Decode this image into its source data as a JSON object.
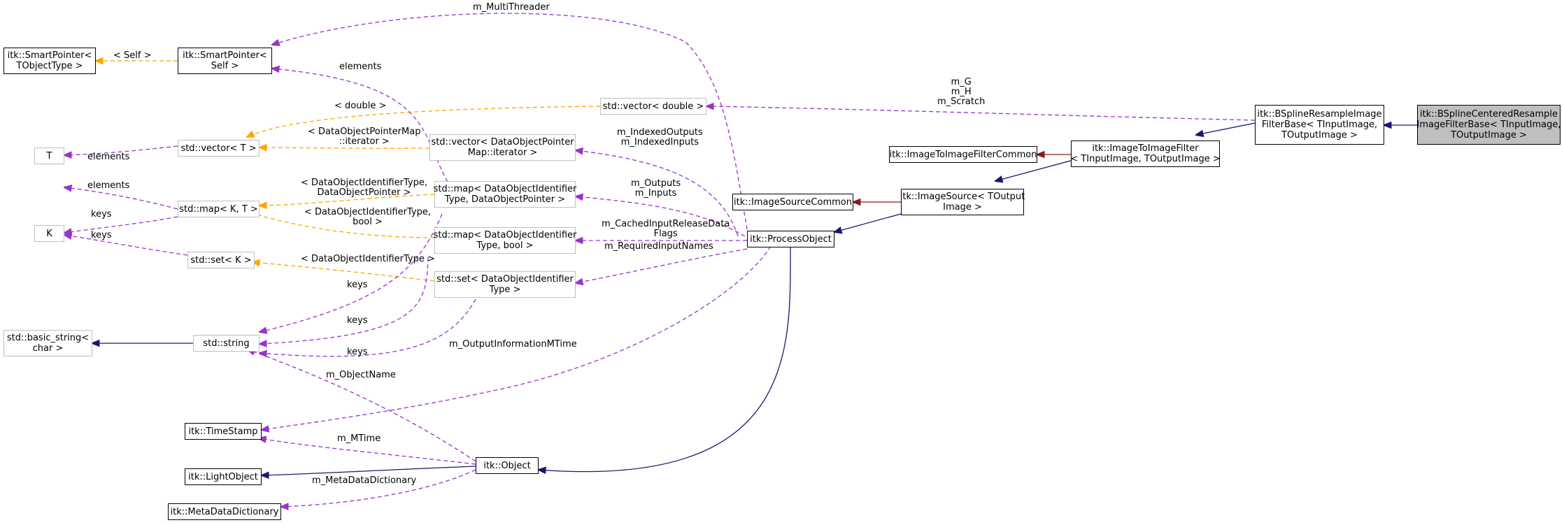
{
  "nodes": {
    "smartpointer_tobject": "itk::SmartPointer<\nTObjectType >",
    "smartpointer_self": "itk::SmartPointer<\nSelf >",
    "vector_t": "std::vector< T >",
    "t": "T",
    "k": "K",
    "map_kt": "std::map< K, T >",
    "set_k": "std::set< K >",
    "basic_string": "std::basic_string<\nchar >",
    "string": "std::string",
    "vector_double": "std::vector< double >",
    "vector_dop_iter": "std::vector< DataObjectPointer\nMap::iterator >",
    "map_doi_dop": "std::map< DataObjectIdentifier\nType, DataObjectPointer >",
    "map_doi_bool": "std::map< DataObjectIdentifier\nType, bool >",
    "set_doi": "std::set< DataObjectIdentifier\nType >",
    "timestamp": "itk::TimeStamp",
    "lightobject": "itk::LightObject",
    "metadatadictionary": "itk::MetaDataDictionary",
    "object": "itk::Object",
    "processobject": "itk::ProcessObject",
    "imagesourcecommon": "itk::ImageSourceCommon",
    "imagesource": "itk::ImageSource< TOutput\nImage >",
    "imagetoimagefiltercommon": "itk::ImageToImageFilterCommon",
    "imagetoimagefilter": "itk::ImageToImageFilter\n< TInputImage, TOutputImage >",
    "bsplineresamplebase": "itk::BSplineResampleImage\nFilterBase< TInputImage,\nTOutputImage >",
    "bsplinecentered": "itk::BSplineCenteredResample\nImageFilterBase< TInputImage,\nTOutputImage >"
  },
  "labels": {
    "self": "< Self >",
    "multithreader": "m_MultiThreader",
    "elements_top": "elements",
    "double": "< double >",
    "mgh": "m_G\nm_H\nm_Scratch",
    "dop_map_iter": "< DataObjectPointerMap\n::iterator >",
    "indexed": "m_IndexedOutputs\nm_IndexedInputs",
    "elements_vec": "elements",
    "elements_map": "elements",
    "doi_dop": "< DataObjectIdentifierType,\nDataObjectPointer >",
    "outputs_inputs": "m_Outputs\nm_Inputs",
    "keys_map": "keys",
    "doi_bool": "< DataObjectIdentifierType,\nbool >",
    "cached": "m_CachedInputReleaseData\nFlags",
    "keys_set": "keys",
    "doi_type": "< DataObjectIdentifierType >",
    "required": "m_RequiredInputNames",
    "keys_1": "keys",
    "keys_2": "keys",
    "keys_3": "keys",
    "output_info": "m_OutputInformationMTime",
    "object_name": "m_ObjectName",
    "mtime": "m_MTime",
    "metadata": "m_MetaDataDictionary"
  }
}
